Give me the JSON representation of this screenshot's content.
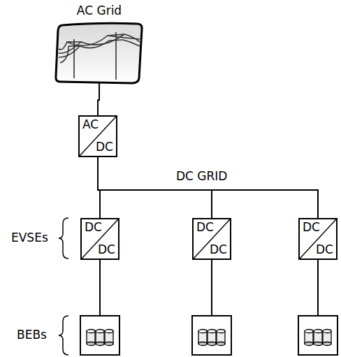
{
  "diagram": {
    "nodes": [
      {
        "text": [
          "AC Grid"
        ]
      },
      {
        "text": [
          "AC",
          "DC"
        ]
      },
      {
        "text": [
          "DC",
          "DC"
        ]
      },
      {
        "text": [
          "DC",
          "DC"
        ]
      },
      {
        "text": [
          "DC",
          "DC"
        ]
      }
    ],
    "edges": [
      {
        "from": 0,
        "to": 1,
        "arrow": "none"
      },
      {
        "from": 1,
        "to": 2,
        "arrow": "none"
      },
      {
        "from": 1,
        "to": 3,
        "arrow": "none"
      },
      {
        "from": 1,
        "to": 4,
        "arrow": "none"
      }
    ],
    "labels": [
      "DC GRID",
      "EVSEs",
      "BEBs"
    ]
  }
}
